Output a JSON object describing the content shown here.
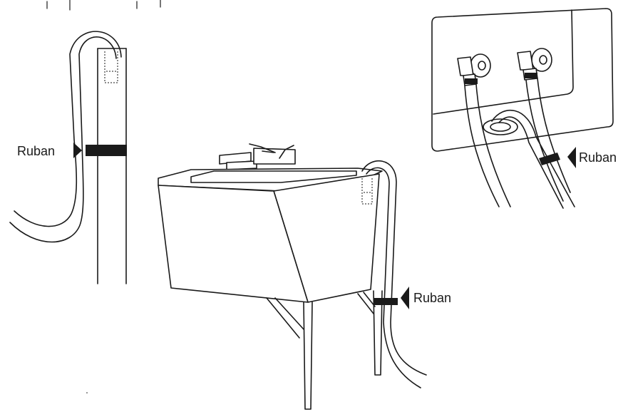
{
  "labels": {
    "ruban_left": "Ruban",
    "ruban_right_top": "Ruban",
    "ruban_sink": "Ruban"
  },
  "colors": {
    "line": "#1a1a1a",
    "background": "#ffffff"
  }
}
